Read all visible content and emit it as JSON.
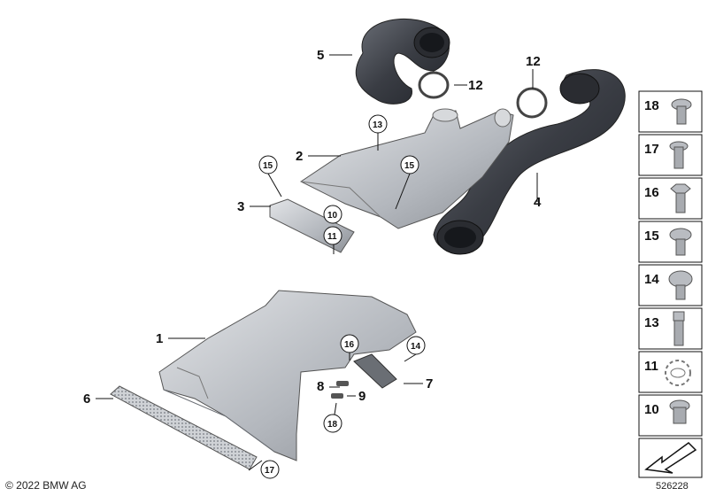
{
  "footer": {
    "copyright": "© 2022 BMW AG",
    "diagram_id": "526228"
  },
  "callouts": {
    "c1": "1",
    "c2": "2",
    "c3": "3",
    "c4": "4",
    "c5": "5",
    "c6": "6",
    "c7": "7",
    "c8": "8",
    "c9": "9",
    "c12a": "12",
    "c12b": "12"
  },
  "circled_callouts": {
    "c13": "13",
    "c15a": "15",
    "c15b": "15",
    "c10": "10",
    "c11": "11",
    "c16": "16",
    "c14": "14",
    "c18": "18",
    "c17": "17"
  },
  "side_panel": {
    "items": [
      {
        "label": "18",
        "icon": "torx-screw-pan-head-icon"
      },
      {
        "label": "17",
        "icon": "torx-screw-short-icon"
      },
      {
        "label": "16",
        "icon": "hex-bolt-icon"
      },
      {
        "label": "15",
        "icon": "torx-screw-flat-head-icon"
      },
      {
        "label": "14",
        "icon": "torx-screw-round-head-icon"
      },
      {
        "label": "13",
        "icon": "socket-head-screw-icon"
      },
      {
        "label": "11",
        "icon": "lock-washer-icon"
      },
      {
        "label": "10",
        "icon": "collar-bolt-icon"
      }
    ]
  },
  "colors": {
    "part_dark": "#3a3d44",
    "part_light": "#b8bcc2",
    "line": "#111111"
  }
}
